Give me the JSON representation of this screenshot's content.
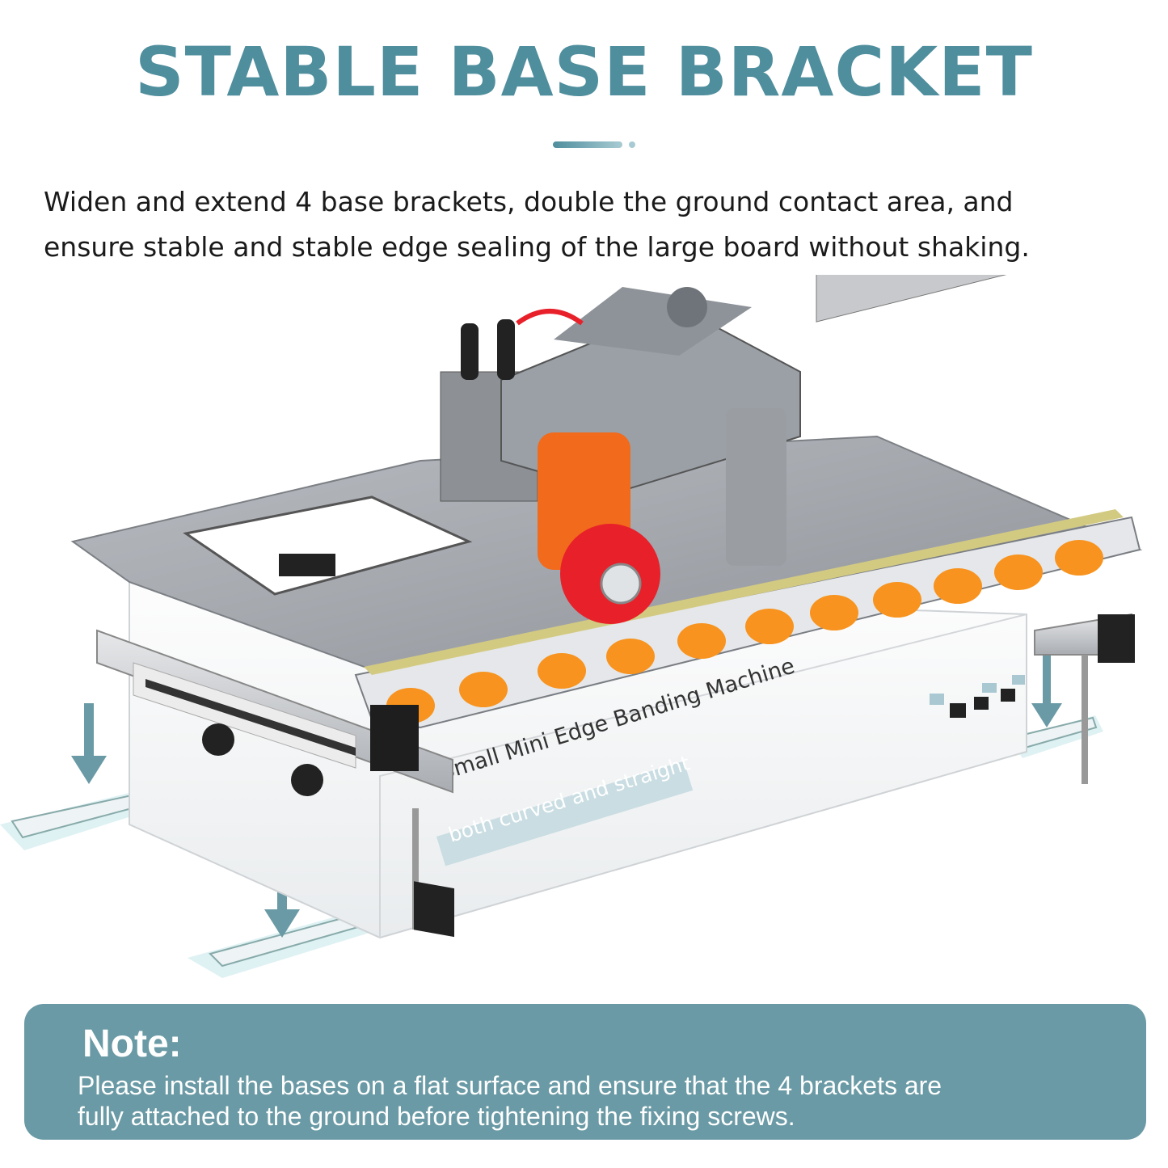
{
  "header": {
    "title": "STABLE BASE BRACKET"
  },
  "intro": {
    "line1": "Widen and extend 4 base brackets, double the ground contact area, and",
    "line2": "ensure stable and stable edge sealing of the large board without shaking."
  },
  "machine": {
    "label": "Small Mini Edge Banding Machine",
    "sublabel": "both curved and straight"
  },
  "note": {
    "heading": "Note:",
    "line1": "Please install the bases on a flat surface and ensure that the 4 brackets are",
    "line2": "fully attached to the ground before tightening the fixing screws."
  },
  "colors": {
    "title": "#4f8e9d",
    "note_background": "#6a9aa5",
    "roller": "#f7931e",
    "knob": "#e8202a"
  }
}
